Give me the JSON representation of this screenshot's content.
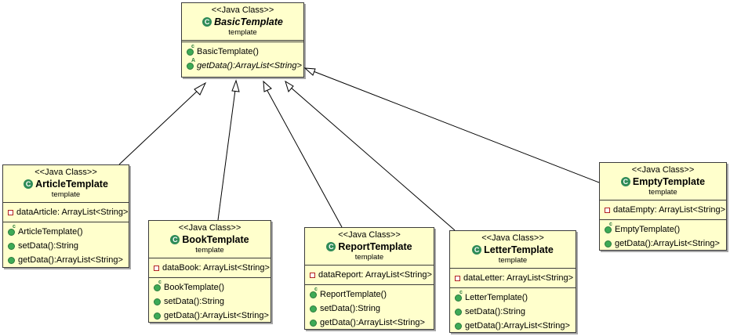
{
  "classes": {
    "basic": {
      "stereotype": "<<Java Class>>",
      "name": "BasicTemplate",
      "package": "template",
      "fields": [],
      "methods": [
        {
          "label": "BasicTemplate()",
          "modifier": "C"
        },
        {
          "label": "getData():ArrayList<String>",
          "modifier": "A"
        }
      ]
    },
    "article": {
      "stereotype": "<<Java Class>>",
      "name": "ArticleTemplate",
      "package": "template",
      "fields": [
        "dataArticle: ArrayList<String>"
      ],
      "methods": [
        {
          "label": "ArticleTemplate()",
          "modifier": "C"
        },
        {
          "label": "setData():String",
          "modifier": ""
        },
        {
          "label": "getData():ArrayList<String>",
          "modifier": ""
        }
      ]
    },
    "book": {
      "stereotype": "<<Java Class>>",
      "name": "BookTemplate",
      "package": "template",
      "fields": [
        "dataBook: ArrayList<String>"
      ],
      "methods": [
        {
          "label": "BookTemplate()",
          "modifier": "C"
        },
        {
          "label": "setData():String",
          "modifier": ""
        },
        {
          "label": "getData():ArrayList<String>",
          "modifier": ""
        }
      ]
    },
    "report": {
      "stereotype": "<<Java Class>>",
      "name": "ReportTemplate",
      "package": "template",
      "fields": [
        "dataReport: ArrayList<String>"
      ],
      "methods": [
        {
          "label": "ReportTemplate()",
          "modifier": "C"
        },
        {
          "label": "setData():String",
          "modifier": ""
        },
        {
          "label": "getData():ArrayList<String>",
          "modifier": ""
        }
      ]
    },
    "letter": {
      "stereotype": "<<Java Class>>",
      "name": "LetterTemplate",
      "package": "template",
      "fields": [
        "dataLetter: ArrayList<String>"
      ],
      "methods": [
        {
          "label": "LetterTemplate()",
          "modifier": "C"
        },
        {
          "label": "setData():String",
          "modifier": ""
        },
        {
          "label": "getData():ArrayList<String>",
          "modifier": ""
        }
      ]
    },
    "empty": {
      "stereotype": "<<Java Class>>",
      "name": "EmptyTemplate",
      "package": "template",
      "fields": [
        "dataEmpty: ArrayList<String>"
      ],
      "methods": [
        {
          "label": "EmptyTemplate()",
          "modifier": "C"
        },
        {
          "label": "getData():ArrayList<String>",
          "modifier": ""
        }
      ]
    }
  },
  "colors": {
    "box_fill": "#ffffcc",
    "border": "#3b3b3b",
    "class_icon": "#2e8b57",
    "method_icon": "#3daa56",
    "field_icon": "#b22222"
  },
  "icons": {
    "class": "class-icon",
    "method": "public-method-icon",
    "field": "private-field-icon"
  }
}
